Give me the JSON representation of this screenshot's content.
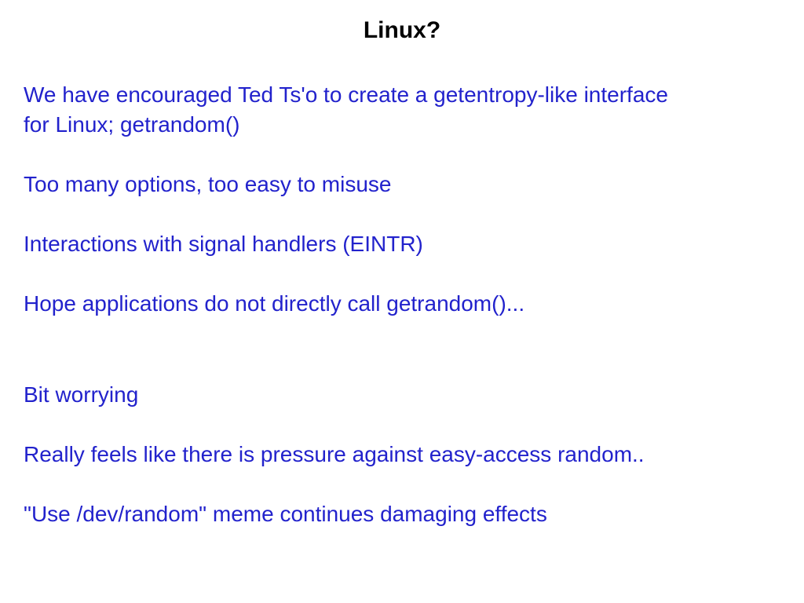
{
  "slide": {
    "title": "Linux?",
    "colors": {
      "background": "#ffffff",
      "title_text": "#000000",
      "body_text": "#2222cc"
    },
    "paragraphs": [
      {
        "lines": [
          "We have encouraged Ted Ts'o to create a getentropy-like interface",
          "for Linux; getrandom()"
        ]
      },
      {
        "lines": [
          "Too many options, too easy to misuse"
        ]
      },
      {
        "lines": [
          "Interactions with signal handlers (EINTR)"
        ]
      },
      {
        "lines": [
          "Hope applications do not directly call getrandom()..."
        ]
      },
      {
        "lines": [
          "Bit worrying"
        ]
      },
      {
        "lines": [
          "Really feels like there is pressure against easy-access random.."
        ]
      },
      {
        "lines": [
          "\"Use /dev/random\" meme continues damaging effects"
        ]
      }
    ]
  }
}
